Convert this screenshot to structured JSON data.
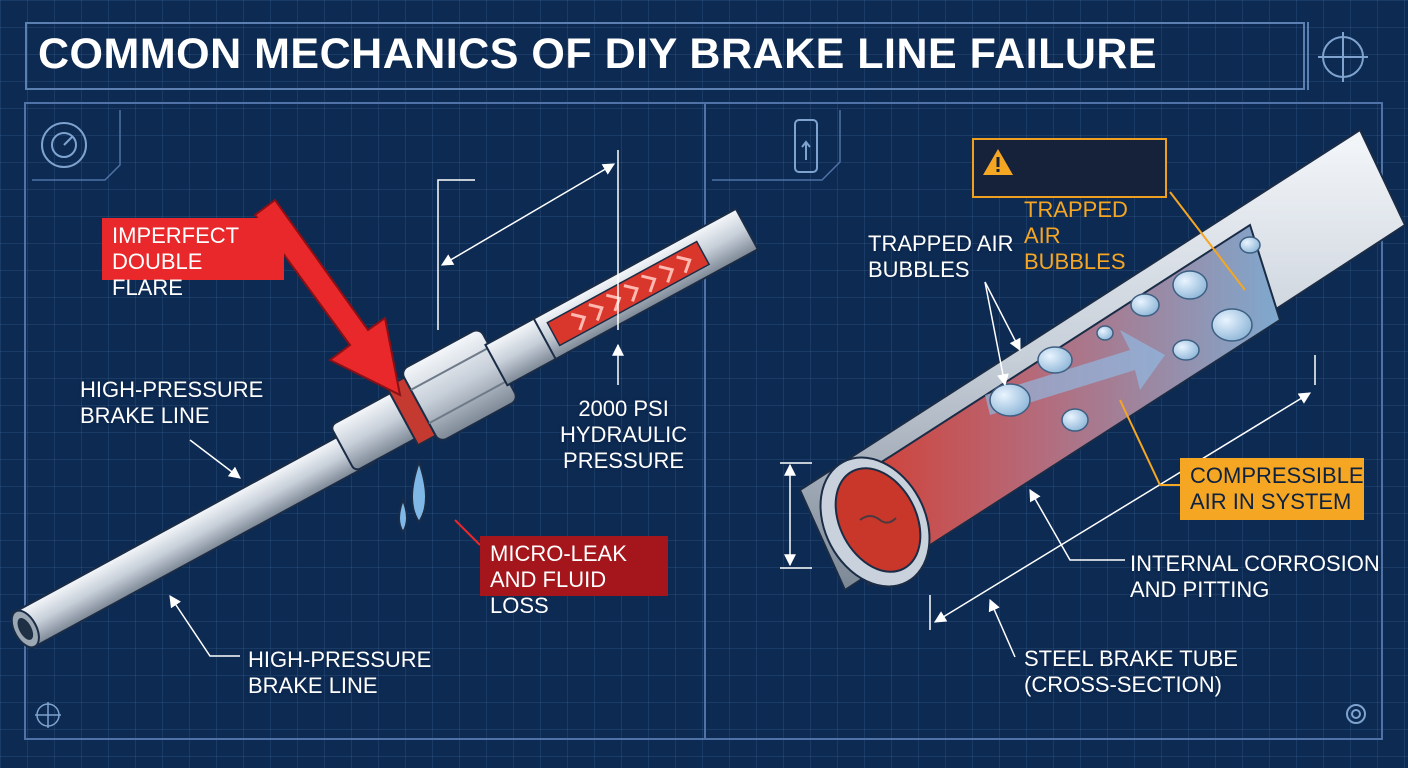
{
  "title": "COMMON MECHANICS OF DIY BRAKE LINE FAILURE",
  "labels": {
    "imperfect_flare": "IMPERFECT\nDOUBLE FLARE",
    "brake_line_upper": "HIGH-PRESSURE\nBRAKE LINE",
    "brake_line_lower": "HIGH-PRESSURE\nBRAKE LINE",
    "pressure": "2000 PSI\nHYDRAULIC\nPRESSURE",
    "micro_leak": "MICRO-LEAK\nAND FLUID LOSS",
    "trapped_air_warning": "TRAPPED AIR\nBUBBLES",
    "trapped_air": "TRAPPED AIR\nBUBBLES",
    "compressible_air": "COMPRESSIBLE\nAIR IN SYSTEM",
    "corrosion": "INTERNAL CORROSION\nAND PITTING",
    "steel_tube": "STEEL BRAKE TUBE\n(CROSS-SECTION)"
  },
  "icons": [
    "gauge-icon",
    "tube-icon",
    "crosshair-icon",
    "warning-icon",
    "gear-icon"
  ],
  "colors": {
    "background": "#0d2a52",
    "grid": "#7fb0e6",
    "alert_red": "#e8282b",
    "dark_red": "#a5161c",
    "warning_orange": "#f5a623",
    "steel": "#c9d2dc",
    "fluid_red": "#d9372b"
  }
}
